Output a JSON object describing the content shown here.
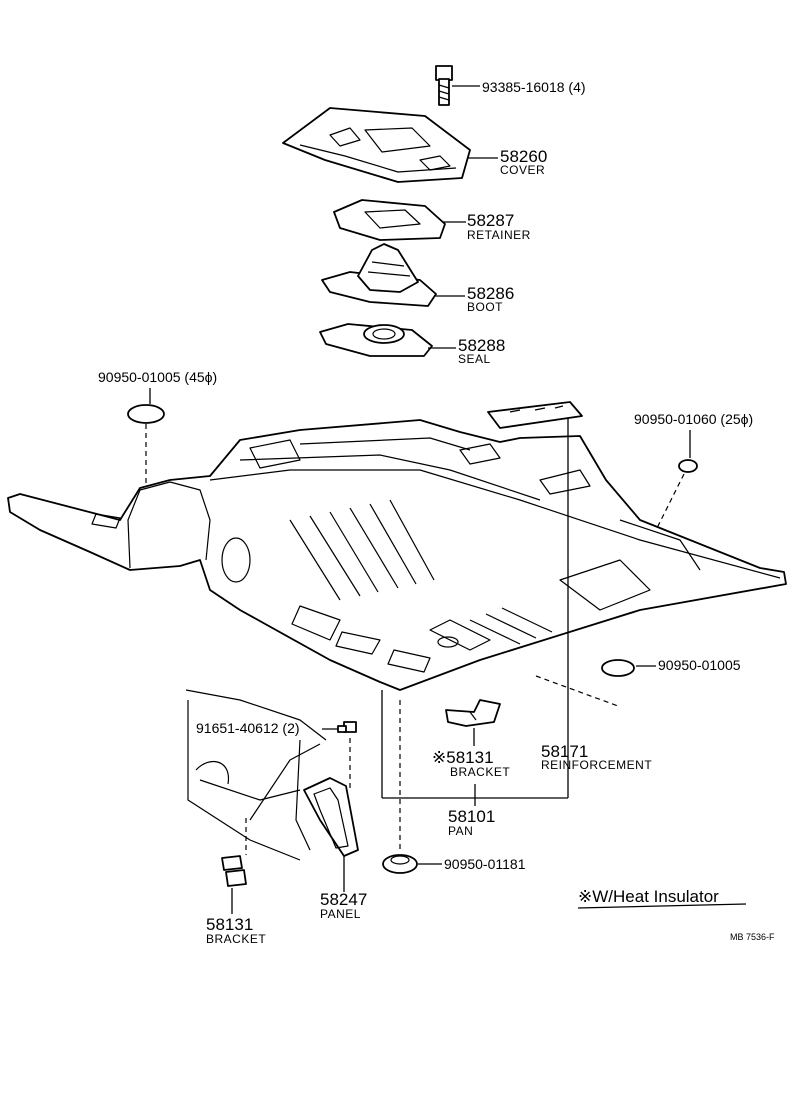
{
  "parts": {
    "bolt": {
      "number": "93385-16018 (4)",
      "icon": "bolt-icon"
    },
    "cover": {
      "number": "58260",
      "name": "COVER"
    },
    "retainer": {
      "number": "58287",
      "name": "RETAINER"
    },
    "boot": {
      "number": "58286",
      "name": "BOOT"
    },
    "seal": {
      "number": "58288",
      "name": "SEAL"
    },
    "plug_left": {
      "number": "90950-01005 (45ϕ)"
    },
    "plug_right": {
      "number": "90950-01060 (25ϕ)"
    },
    "plug_mid": {
      "number": "90950-01005"
    },
    "plug_bottom": {
      "number": "90950-01181"
    },
    "bolt_small": {
      "number": "91651-40612 (2)"
    },
    "bracket_center": {
      "number": "※58131",
      "name": "BRACKET"
    },
    "reinforcement": {
      "number": "58171",
      "name": "REINFORCEMENT"
    },
    "pan": {
      "number": "58101",
      "name": "PAN"
    },
    "panel": {
      "number": "58247",
      "name": "PANEL"
    },
    "bracket_left": {
      "number": "58131",
      "name": "BRACKET"
    }
  },
  "note": "※W/Heat Insulator",
  "drawing_code": "MB  7536-F"
}
